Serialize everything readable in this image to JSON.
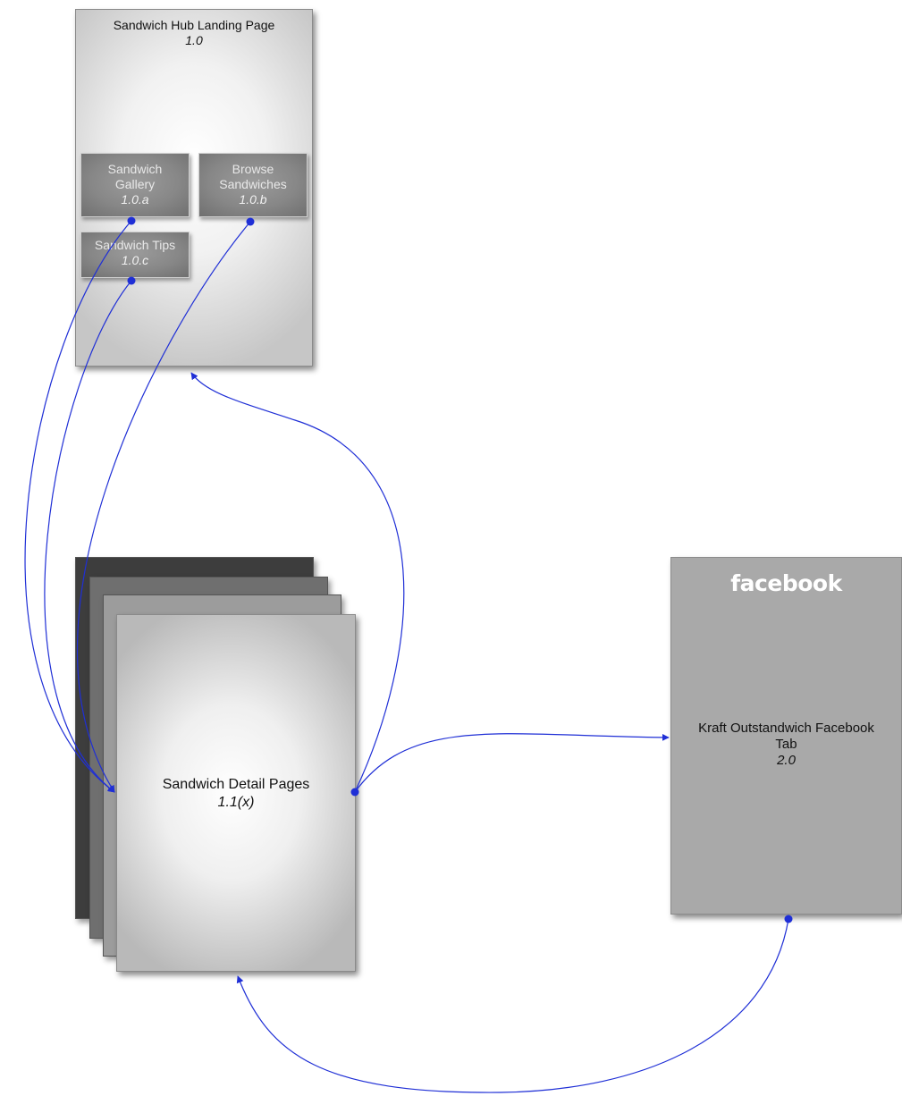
{
  "landing": {
    "title": "Sandwich Hub Landing Page",
    "version": "1.0",
    "sections": [
      {
        "title_line1": "Sandwich",
        "title_line2": "Gallery",
        "version": "1.0.a"
      },
      {
        "title_line1": "Browse",
        "title_line2": "Sandwiches",
        "version": "1.0.b"
      },
      {
        "title_line1": "Sandwich Tips",
        "version": "1.0.c"
      }
    ]
  },
  "detail": {
    "title": "Sandwich Detail Pages",
    "version": "1.1(x)"
  },
  "facebook": {
    "logo": "facebook",
    "title_line1": "Kraft Outstandwich Facebook",
    "title_line2": "Tab",
    "version": "2.0"
  },
  "colors": {
    "connector": "#1f2fd6",
    "stack_dark": "#3d3d3d",
    "stack_mid": "#6f6f6f",
    "stack_light": "#9c9c9c",
    "facebook_bg": "#a9a9a9"
  }
}
